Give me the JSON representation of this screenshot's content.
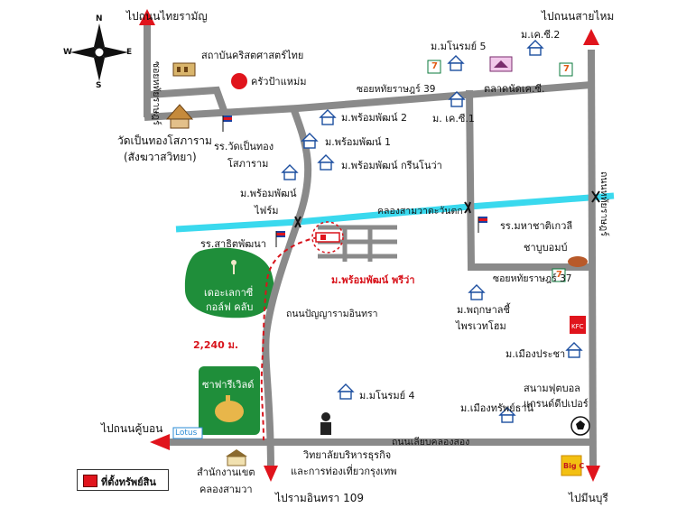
{
  "compass": {
    "n": "N",
    "s": "S",
    "e": "E",
    "w": "W"
  },
  "legend": {
    "label": "ที่ตั้งทรัพย์สิน",
    "color": "#e0141c"
  },
  "directions": {
    "to_thai_ramanya": "ไปถนนไทยรามัญ",
    "to_sai_mai": "ไปถนนสายไหม",
    "to_khu_bon": "ไปถนนคู้บอน",
    "to_ram_intra_109": "ไปรามอินทรา 109",
    "to_min_buri": "ไปมีนบุรี"
  },
  "roads": {
    "soi_thai_raman_39": "ซอยหทัยราษฎร์ 39",
    "soi_thai_raman_37": "ซอยหทัยราษฎร์ 37",
    "soi_thai_raman_vertical": "ซอยหทัยราษฎร์",
    "road_panya_ramintra": "ถนนปัญญารามอินทรา",
    "road_liap_khlong_song": "ถนนเลียบคลองสอง",
    "road_hathai_rat": "ถนนหทัยราษฎร์",
    "canal_sam_wa": "คลองสามวาตะวันตก"
  },
  "places": {
    "thai_christian_institute": "สถาบันคริสตศาสตร์ไทย",
    "krua_pa_maem": "ครัวป้าแหม่ม",
    "wat_pen_thong_1": "วัดเป็นทองโสภาราม",
    "wat_pen_thong_2": "(สังฆวาสวิทยา)",
    "rr_wat_pen_thong_1": "รร.วัดเป็นทอง",
    "rr_wat_pen_thong_2": "โสภาราม",
    "m_phromphat_2": "ม.พร้อมพัฒน์ 2",
    "m_phromphat_1": "ม.พร้อมพัฒน์ 1",
    "m_phromphat_green": "ม.พร้อมพัฒน์ กรีนโนว่า",
    "m_phromphat_farm_1": "ม.พร้อมพัฒน์",
    "m_phromphat_farm_2": "ไฟร์ม",
    "m_manorom_5": "ม.มโนรมย์ 5",
    "m_kc_2": "ม.เค.ซี.2",
    "m_kc_1": "ม. เค.ซี.1",
    "talad_nad": "ตลาดนัดเค.ซี.",
    "rr_mahachat": "รร.มหาชาติเกวลี",
    "chabu": "ชาบูบอมบ์",
    "rr_sathit": "รร.สาธิตพัฒนา",
    "golf_1": "เดอะเลกาซี่",
    "golf_2": "กอล์ฟ คลับ",
    "m_phromphat_prew": "ม.พร้อมพัฒน์ พรีว่า",
    "distance": "2,240 ม.",
    "safari_world": "ซาฟารีเวิลด์",
    "m_pruksa_1": "ม.พฤกษาลชี้",
    "m_pruksa_2": "ไพรเวทโฮม",
    "m_mueang_pracha": "ม.เมืองประชา",
    "m_manorom_4": "ม.มโนรมย์ 4",
    "m_mueang_sap": "ม.เมืองทรัพย์ธานี",
    "stadium_1": "สนามฟุตบอล",
    "stadium_2": "แกรนด์ดีปเปอร์",
    "college_1": "วิทยาลัยบริหารธุรกิจ",
    "college_2": "และการท่องเที่ยวกรุงเทพ",
    "district_office_1": "สำนักงานเขต",
    "district_office_2": "คลองสามวา",
    "lotus": "Lotus",
    "kfc": "KFC",
    "seven_eleven": "7",
    "big_c": "Big C"
  },
  "colors": {
    "road": "#8a8a8a",
    "canal": "#3ad9ee",
    "green_area": "#1f8e3a",
    "arrow_red": "#e0141c",
    "route_dash": "#d8141c"
  }
}
